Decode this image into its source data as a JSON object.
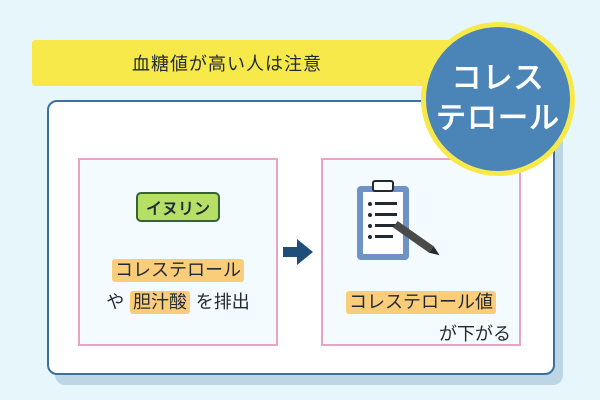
{
  "banner": {
    "title": "血糖値が高い人は注意"
  },
  "circle": {
    "line1": "コレス",
    "line2": "テロール"
  },
  "left_card": {
    "badge": "イヌリン",
    "highlight1": "コレステロール",
    "prefix": "や",
    "highlight2": "胆汁酸",
    "suffix": "を排出"
  },
  "right_card": {
    "highlight": "コレステロール値",
    "suffix": "が下がる"
  },
  "icons": {
    "arrow": "arrow-right-icon",
    "clipboard": "clipboard-with-pen-icon"
  },
  "colors": {
    "background": "#e7f6fa",
    "banner": "#f7e94a",
    "circle": "#4b85b8",
    "badge": "#b6df66",
    "highlight": "#fbcd7a",
    "card_border": "#eaa3c4",
    "panel_border": "#3e6f9f"
  }
}
